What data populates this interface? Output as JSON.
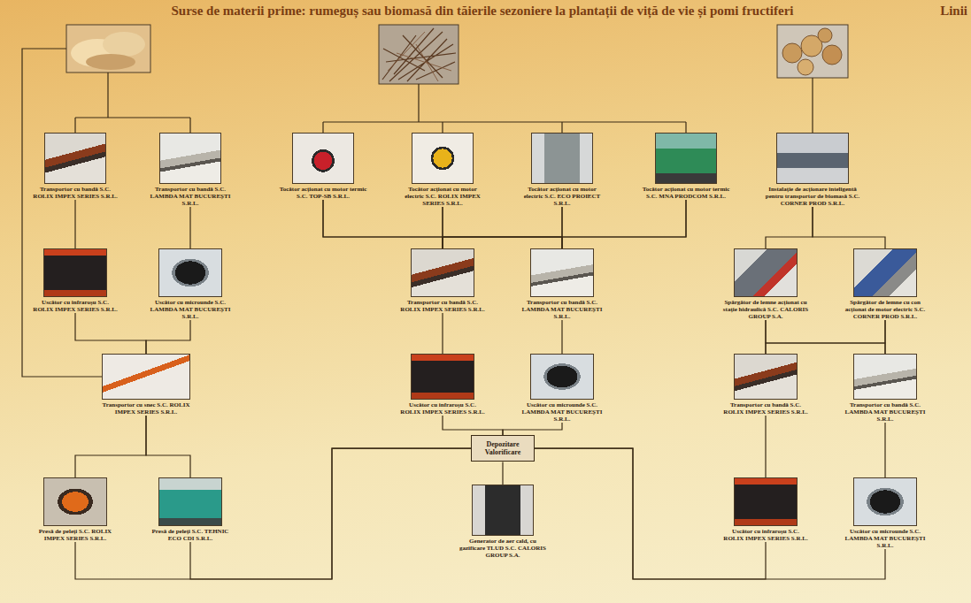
{
  "diagram": {
    "title": "Surse de materii prime: rumeguș sau biomasă din tăierile sezoniere la plantații de viță de vie și pomi fructiferi",
    "nodes": [
      {
        "text": [
          "Transportor cu bandă S.C. ROLIX IMPEX SERIES S.R.L."
        ]
      },
      {
        "text": [
          "Transportor cu bandă S.C. LAMBDA MAT BUCUREȘTI S.R.L."
        ]
      },
      {
        "text": [
          "Tocător acționat cu motor termic S.C. TOP-SB S.R.L."
        ]
      },
      {
        "text": [
          "Tocător acționat cu motor electric S.C. ROLIX IMPEX SERIES S.R.L."
        ]
      },
      {
        "text": [
          "Tocător acționat cu motor electric S.C. ECO PROIECT S.R.L."
        ]
      },
      {
        "text": [
          "Tocător acționat cu motor termic S.C. MNA PRODCOM S.R.L."
        ]
      },
      {
        "text": [
          "Instalație de acționare inteligentă pentru transportor de biomasă S.C. CORNER PROD S.R.L."
        ]
      },
      {
        "text": [
          "Uscător cu infraroșu S.C. ROLIX IMPEX SERIES S.R.L."
        ]
      },
      {
        "text": [
          "Uscător cu microunde S.C. LAMBDA MAT BUCUREȘTI S.R.L."
        ]
      },
      {
        "text": [
          "Transportor cu bandă S.C. ROLIX IMPEX SERIES S.R.L."
        ]
      },
      {
        "text": [
          "Transportor cu bandă S.C. LAMBDA MAT BUCUREȘTI S.R.L."
        ]
      },
      {
        "text": [
          "Spărgător de lemne acționat cu stație hidraulică S.C. CALORIS GROUP S.A."
        ]
      },
      {
        "text": [
          "Spărgător de lemne cu con acționat de motor electric S.C. CORNER PROD S.R.L."
        ]
      },
      {
        "text": [
          "Transportor cu snec S.C. ROLIX IMPEX SERIES S.R.L."
        ]
      },
      {
        "text": [
          "Uscător cu infraroșu S.C. ROLIX IMPEX SERIES S.R.L."
        ]
      },
      {
        "text": [
          "Uscător cu microunde S.C. LAMBDA MAT BUCUREȘTI S.R.L."
        ]
      },
      {
        "text": [
          "Transportor cu bandă S.C. ROLIX IMPEX SERIES S.R.L."
        ]
      },
      {
        "text": [
          "Transportor cu bandă S.C. LAMBDA MAT BUCUREȘTI S.R.L."
        ]
      },
      {
        "text": [
          "Depozitare Valorificare"
        ]
      },
      {
        "text": [
          "Presă de peleți S.C. ROLIX IMPEX SERIES S.R.L."
        ]
      },
      {
        "text": [
          "Presă de peleți S.C. TEHNIC ECO CDI S.R.L."
        ]
      },
      {
        "text": [
          "Generator de aer cald, cu gazificare TLUD S.C. CALORIS GROUP S.A."
        ]
      },
      {
        "text": [
          "Uscător cu infraroșu S.C. ROLIX IMPEX SERIES S.R.L."
        ]
      },
      {
        "text": [
          "Uscător cu microunde S.C. LAMBDA MAT BUCUREȘTI S.R.L."
        ]
      }
    ],
    "edges": [
      {
        "from": 0,
        "to": 7,
        "arrow": "none"
      },
      {
        "from": 1,
        "to": 8,
        "arrow": "none"
      },
      {
        "from": 7,
        "to": 13,
        "arrow": "none"
      },
      {
        "from": 8,
        "to": 13,
        "arrow": "none"
      },
      {
        "from": 2,
        "to": 9,
        "arrow": "none"
      },
      {
        "from": 2,
        "to": 10,
        "arrow": "none"
      },
      {
        "from": 3,
        "to": 9,
        "arrow": "none"
      },
      {
        "from": 3,
        "to": 10,
        "arrow": "none"
      },
      {
        "from": 4,
        "to": 9,
        "arrow": "none"
      },
      {
        "from": 4,
        "to": 10,
        "arrow": "none"
      },
      {
        "from": 5,
        "to": 9,
        "arrow": "none"
      },
      {
        "from": 5,
        "to": 10,
        "arrow": "none"
      },
      {
        "from": 6,
        "to": 11,
        "arrow": "none"
      },
      {
        "from": 6,
        "to": 12,
        "arrow": "none"
      },
      {
        "from": 9,
        "to": 14,
        "arrow": "none"
      },
      {
        "from": 10,
        "to": 15,
        "arrow": "none"
      },
      {
        "from": 11,
        "to": 16,
        "arrow": "none"
      },
      {
        "from": 11,
        "to": 17,
        "arrow": "none"
      },
      {
        "from": 12,
        "to": 16,
        "arrow": "none"
      },
      {
        "from": 12,
        "to": 17,
        "arrow": "none"
      },
      {
        "from": 14,
        "to": 18,
        "arrow": "none"
      },
      {
        "from": 15,
        "to": 18,
        "arrow": "none"
      },
      {
        "from": 16,
        "to": 22,
        "arrow": "none"
      },
      {
        "from": 17,
        "to": 23,
        "arrow": "none"
      },
      {
        "from": 13,
        "to": 19,
        "arrow": "none"
      },
      {
        "from": 13,
        "to": 20,
        "arrow": "none"
      },
      {
        "from": 18,
        "to": 21,
        "arrow": "none"
      },
      {
        "from": 19,
        "to": 18,
        "arrow": "none"
      },
      {
        "from": 20,
        "to": 18,
        "arrow": "none"
      },
      {
        "from": 22,
        "to": 18,
        "arrow": "none"
      },
      {
        "from": 23,
        "to": 18,
        "arrow": "none"
      }
    ],
    "labels": [
      "Linii"
    ]
  }
}
